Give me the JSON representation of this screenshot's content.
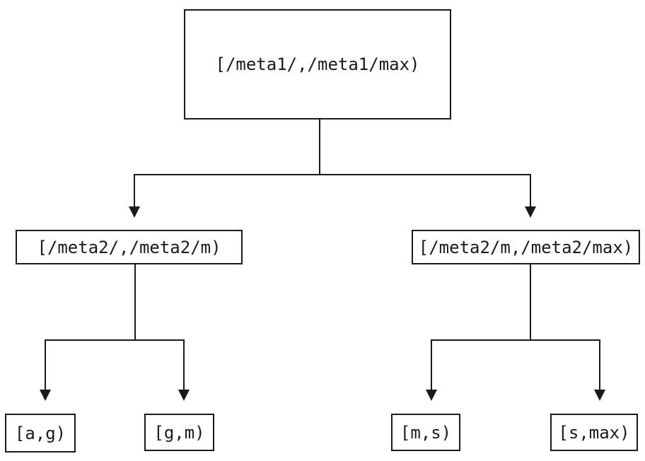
{
  "diagram": {
    "background_color": "#ffffff",
    "line_color": "#1a1a1a",
    "nodes": [
      {
        "id": "root",
        "label": "[/meta1/,/meta1/max)"
      },
      {
        "id": "mid-left",
        "label": "[/meta2/,/meta2/m)"
      },
      {
        "id": "mid-right",
        "label": "[/meta2/m,/meta2/max)"
      },
      {
        "id": "leaf-ag",
        "label": "[a,g)"
      },
      {
        "id": "leaf-gm",
        "label": "[g,m)"
      },
      {
        "id": "leaf-ms",
        "label": "[m,s)"
      },
      {
        "id": "leaf-smax",
        "label": "[s,max)"
      }
    ]
  }
}
